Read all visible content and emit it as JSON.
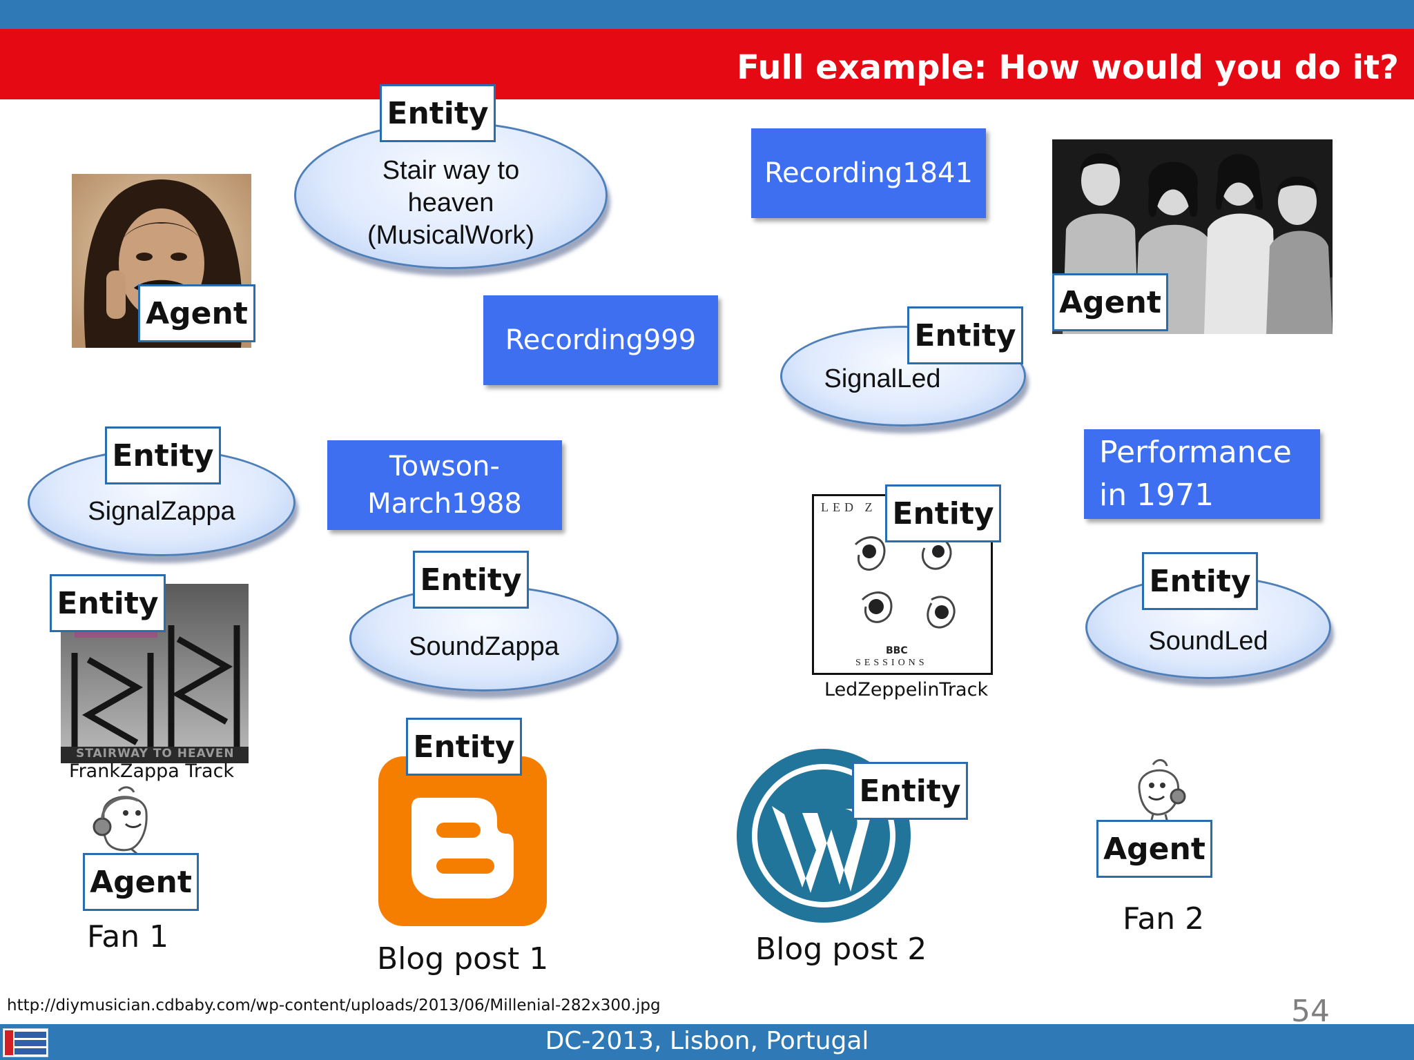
{
  "slide": {
    "title": "Full example: How would you do it?",
    "footer": "DC-2013, Lisbon, Portugal",
    "page_number": "54",
    "source_url": "http://diymusician.cdbaby.com/wp-content/uploads/2013/06/Millenial-282x300.jpg"
  },
  "labels": {
    "entity": "Entity",
    "agent": "Agent"
  },
  "ellipses": {
    "stairway": [
      "Stair way to",
      "heaven",
      "(MusicalWork)"
    ],
    "signal_led": "SignalLed",
    "signal_zappa": "SignalZappa",
    "sound_zappa": "SoundZappa",
    "sound_led": "SoundLed"
  },
  "boxes": {
    "recording1841": "Recording1841",
    "recording999": "Recording999",
    "towson": [
      "Towson-",
      "March1988"
    ],
    "performance": [
      "Performance",
      "in 1971"
    ]
  },
  "captions": {
    "frankzappa_track": "FrankZappa Track",
    "ledzeppelin_track": "LedZeppelinTrack",
    "fan1": "Fan 1",
    "fan2": "Fan 2",
    "blog_post_1": "Blog post 1",
    "blog_post_2": "Blog post 2"
  },
  "album_text": {
    "stairway_cover": "STAIRWAY TO HEAVEN",
    "led_cover_top": "LED Z",
    "led_cover_bbc": "BBC",
    "led_cover_sessions": "SESSIONS"
  },
  "colors": {
    "header_blue": "#2f79b7",
    "title_red": "#e50914",
    "box_blue": "#3d6ff0",
    "tag_border": "#2a6cb0",
    "blogger_orange": "#f57d00",
    "wordpress_blue": "#21759b"
  }
}
